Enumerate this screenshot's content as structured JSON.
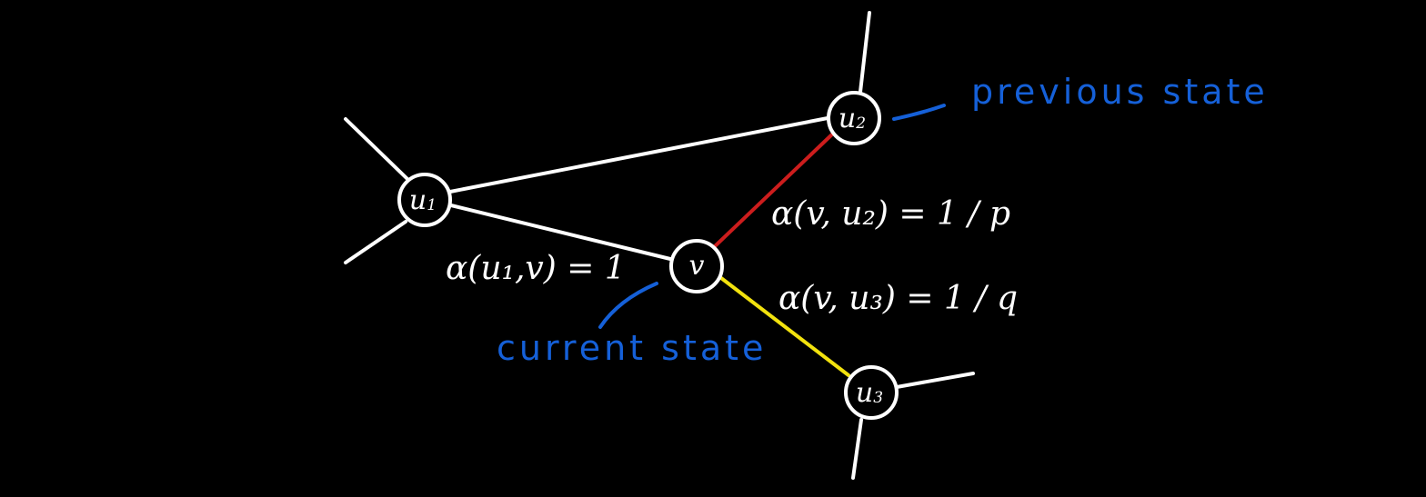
{
  "colors": {
    "background": "#000000",
    "default_edge": "#ffffff",
    "edge_to_previous": "#cc1d1d",
    "edge_to_u3": "#f2e20e",
    "annotation": "#1560d8",
    "node_stroke": "#ffffff"
  },
  "nodes": {
    "u1": {
      "base": "u",
      "sub": "1"
    },
    "u2": {
      "base": "u",
      "sub": "2"
    },
    "v": {
      "base": "v",
      "sub": ""
    },
    "u3": {
      "base": "u",
      "sub": "3"
    }
  },
  "edge_labels": {
    "u1_v": "α(u₁,v) = 1",
    "v_u2": "α(v, u₂) = 1 / p",
    "v_u3": "α(v, u₃) = 1 / q"
  },
  "annotations": {
    "previous": "previous state",
    "current": "current state"
  }
}
